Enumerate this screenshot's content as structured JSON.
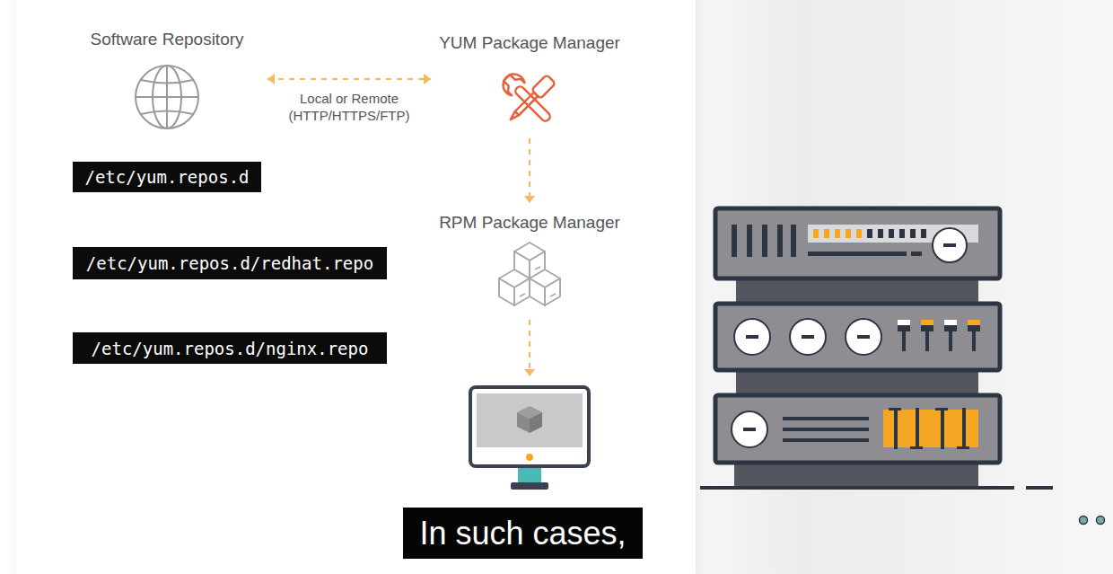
{
  "diagram": {
    "nodes": [
      {
        "text": [
          "Software Repository"
        ]
      },
      {
        "text": [
          "YUM Package Manager"
        ]
      },
      {
        "text": [
          "/etc/yum.repos.d"
        ]
      },
      {
        "text": [
          "RPM Package Manager"
        ]
      },
      {
        "text": [
          "/etc/yum.repos.d/redhat.repo"
        ]
      },
      {
        "text": [
          "/etc/yum.repos.d/nginx.repo"
        ]
      },
      {
        "text": [
          "In such cases,"
        ]
      }
    ],
    "edges": [
      {
        "from": 0,
        "to": 1,
        "label": "Local or Remote (HTTP/HTTPS/FTP)",
        "arrow": "both"
      },
      {
        "from": 1,
        "to": 3,
        "arrow": "to"
      }
    ]
  }
}
